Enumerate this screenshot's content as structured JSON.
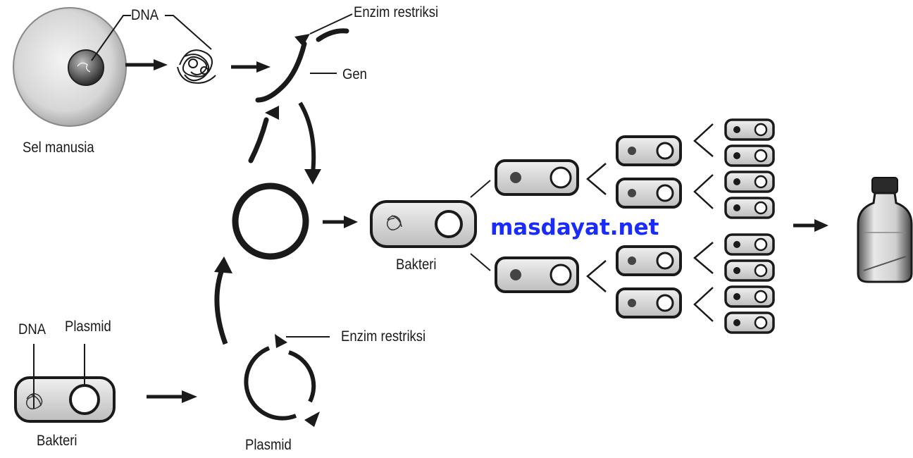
{
  "labels": {
    "dna_top": "DNA",
    "enzyme_top": "Enzim restriksi",
    "gene": "Gen",
    "human_cell": "Sel manusia",
    "bacteria_mid": "Bakteri",
    "dna_bottom": "DNA",
    "plasmid_top_label": "Plasmid",
    "enzyme_bottom": "Enzim restriksi",
    "bacteria_bottom": "Bakteri",
    "plasmid_bottom": "Plasmid"
  },
  "watermark": "masdayat.net",
  "colors": {
    "ink": "#1a1a1a",
    "cell_fill": "#d9d9d9",
    "watermark": "#1a2bff"
  }
}
